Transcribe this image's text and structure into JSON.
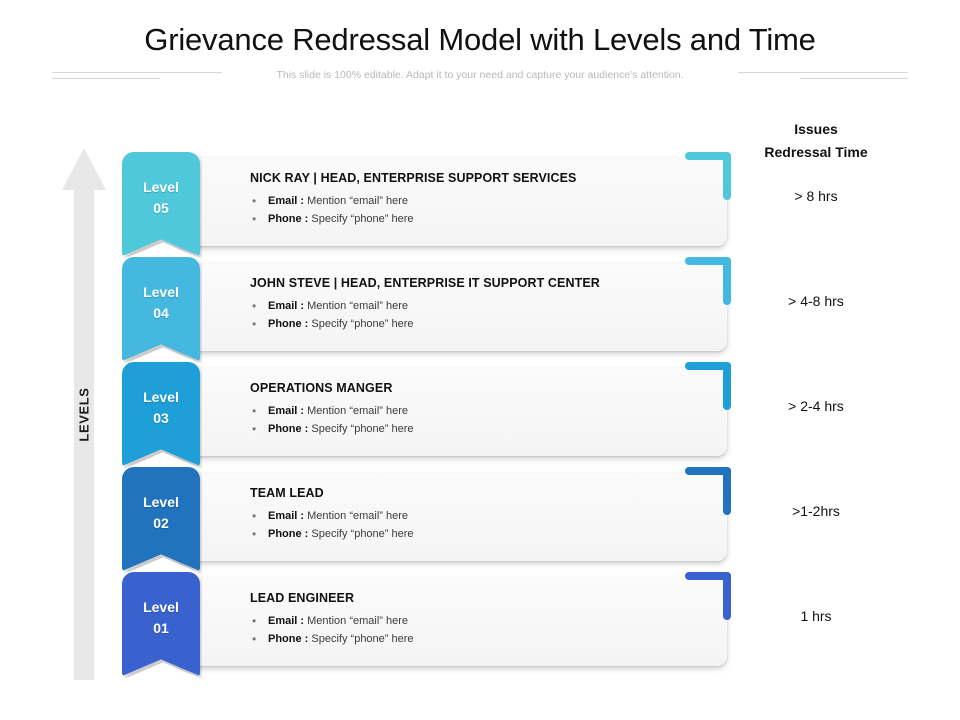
{
  "header": {
    "title": "Grievance Redressal Model with Levels and Time",
    "subtitle": "This slide is 100% editable. Adapt it to your need and capture your audience's attention."
  },
  "axis": {
    "label": "LEVELS",
    "icon": "up-arrow-icon",
    "color": "#e8e8e8"
  },
  "time_column": {
    "heading_line1": "Issues",
    "heading_line2": "Redressal Time"
  },
  "rows": [
    {
      "badge_word": "Level",
      "badge_num": "05",
      "color": "#4FC8DC",
      "title": "NICK RAY | HEAD, ENTERPRISE SUPPORT SERVICES",
      "email_label": "Email :",
      "email_value": "Mention “email” here",
      "phone_label": "Phone :",
      "phone_value": "Specify “phone” here",
      "time": "> 8 hrs"
    },
    {
      "badge_word": "Level",
      "badge_num": "04",
      "color": "#45B8E0",
      "title": "JOHN STEVE | HEAD, ENTERPRISE IT SUPPORT CENTER",
      "email_label": "Email :",
      "email_value": "Mention “email” here",
      "phone_label": "Phone :",
      "phone_value": "Specify “phone” here",
      "time": "> 4-8 hrs"
    },
    {
      "badge_word": "Level",
      "badge_num": "03",
      "color": "#1E9FD8",
      "title": "OPERATIONS MANGER",
      "email_label": "Email :",
      "email_value": "Mention “email” here",
      "phone_label": "Phone :",
      "phone_value": "Specify “phone” here",
      "time": "> 2-4 hrs"
    },
    {
      "badge_word": "Level",
      "badge_num": "02",
      "color": "#2273BE",
      "title": "TEAM LEAD",
      "email_label": "Email :",
      "email_value": "Mention “email” here",
      "phone_label": "Phone :",
      "phone_value": "Specify “phone” here",
      "time": ">1-2hrs"
    },
    {
      "badge_word": "Level",
      "badge_num": "01",
      "color": "#3A62CE",
      "title": "LEAD ENGINEER",
      "email_label": "Email :",
      "email_value": "Mention “email” here",
      "phone_label": "Phone :",
      "phone_value": "Specify “phone” here",
      "time": "1 hrs"
    }
  ]
}
